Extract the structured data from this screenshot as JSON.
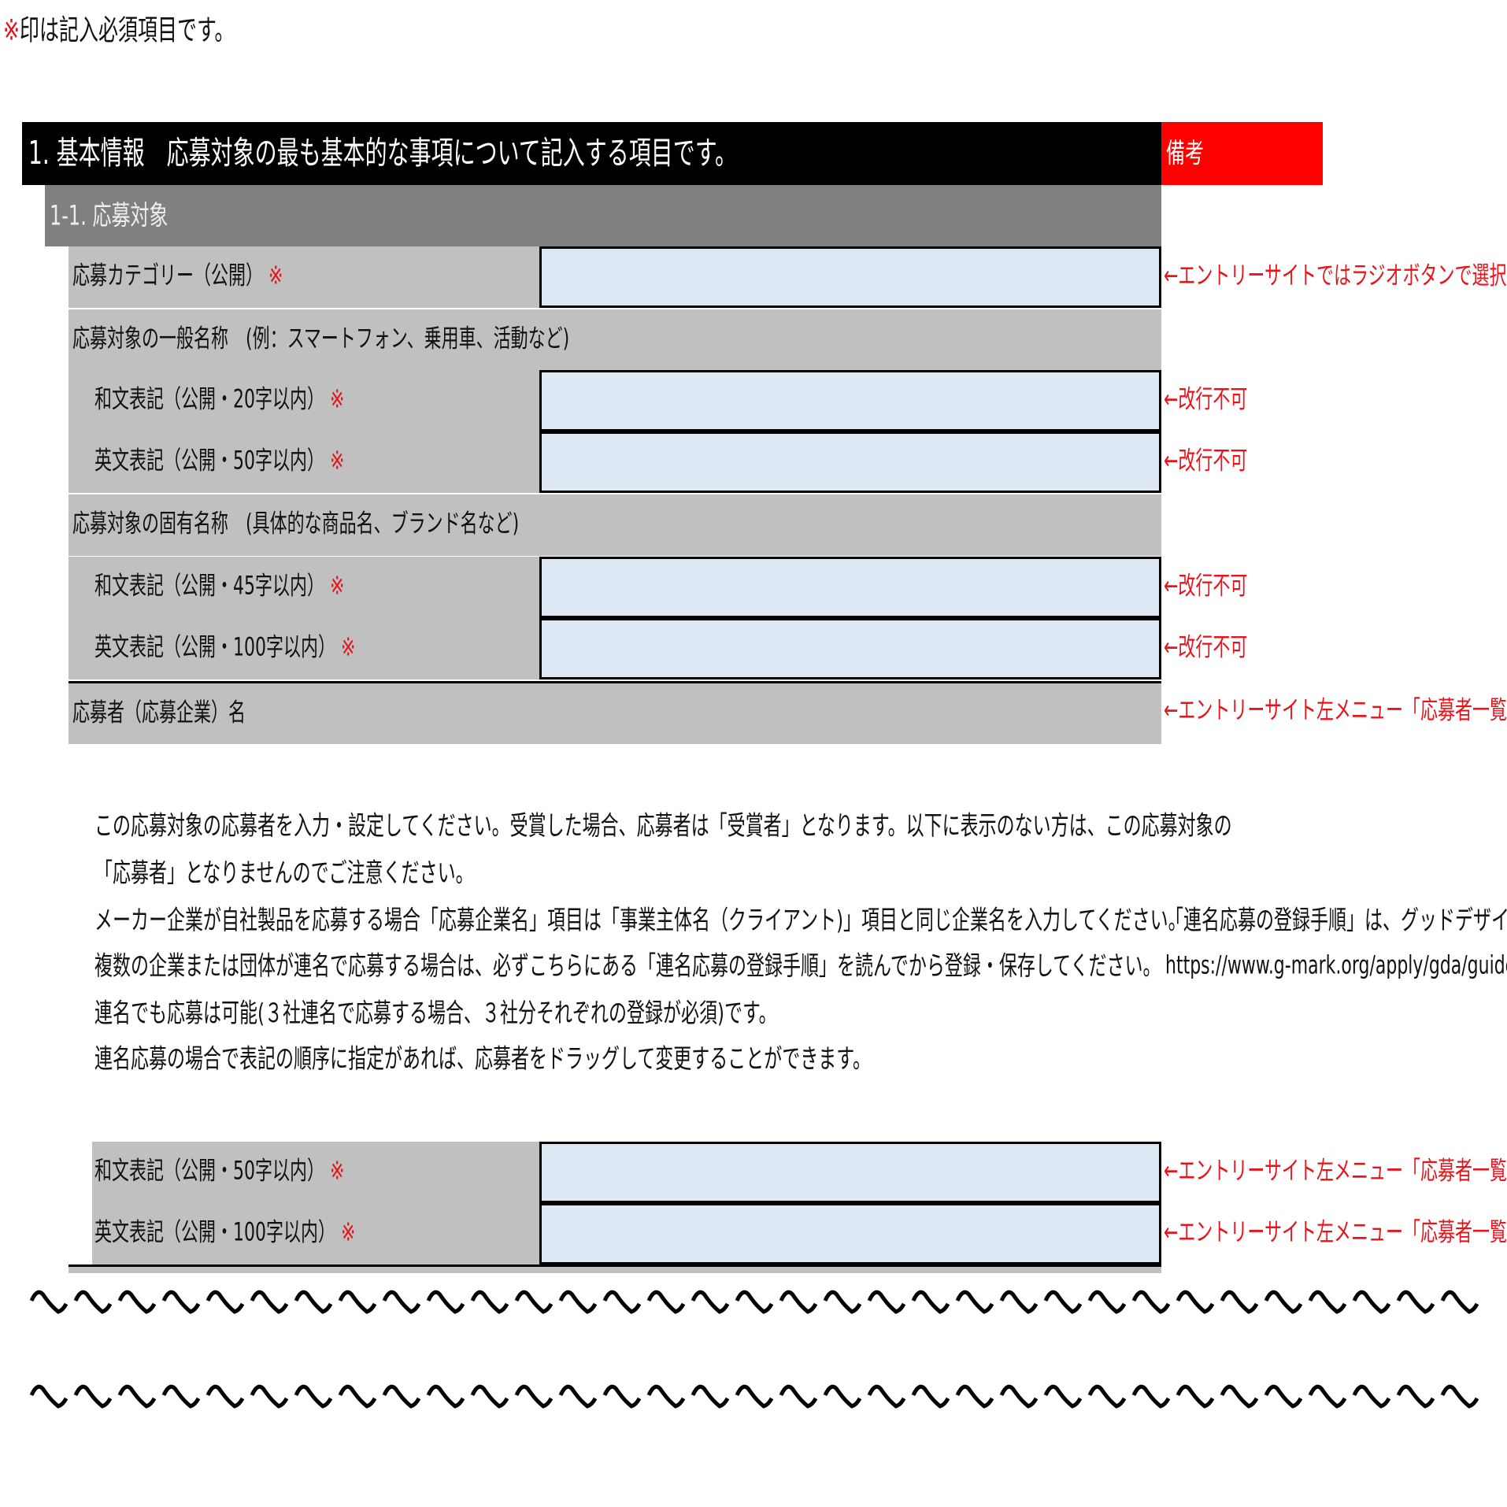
{
  "required_note": {
    "mark": "※",
    "text": "印は記入必須項目です。"
  },
  "section": {
    "title": "1. 基本情報　応募対象の最も基本的な事項について記入する項目です。",
    "remarks_header": "備考",
    "subsection_title": "1-1. 応募対象"
  },
  "rows": [
    {
      "label": "応募カテゴリー（公開）",
      "required": "※",
      "value": "",
      "note": "←エントリーサイトではラジオボタンで選択"
    },
    {
      "group": "応募対象の一般名称　(例：スマートフォン、乗用車、活動など)"
    },
    {
      "label": "和文表記（公開・20字以内）",
      "required": "※",
      "value": "",
      "note": "←改行不可"
    },
    {
      "label": "英文表記（公開・50字以内）",
      "required": "※",
      "value": "",
      "note": "←改行不可"
    },
    {
      "group": "応募対象の固有名称　(具体的な商品名、ブランド名など)"
    },
    {
      "label": "和文表記（公開・45字以内）",
      "required": "※",
      "value": "",
      "note": "←改行不可"
    },
    {
      "label": "英文表記（公開・100字以内）",
      "required": "※",
      "value": "",
      "note": "←改行不可"
    },
    {
      "group": "応募者（応募企業）名",
      "note": "←エントリーサイト左メニュー「応募者一覧」"
    }
  ],
  "instructions": [
    "この応募対象の応募者を入力・設定してください。受賞した場合、応募者は「受賞者」となります。以下に表示のない方は、この応募対象の",
    "「応募者」となりませんのでご注意ください。",
    "メーカー企業が自社製品を応募する場合「応募企業名」項目は「事業主体名（クライアント)」項目と同じ企業名を入力してください。",
    "複数の企業または団体が連名で応募する場合は、必ずこちらにある「連名応募の登録手順」を読んでから登録・保存してください。",
    "連名でも応募は可能(３社連名で応募する場合、３社分それぞれの登録が必須)です。",
    "連名応募の場合で表記の順序に指定があれば、応募者をドラッグして変更することができます。"
  ],
  "side_note": {
    "text": "「連名応募の登録手順」は、グッドデザイン賞",
    "url": "https://www.g-mark.org/apply/gda/guide/steps/"
  },
  "applicant_rows": [
    {
      "label": "和文表記（公開・50字以内）",
      "required": "※",
      "value": "",
      "note": "←エントリーサイト左メニュー「応募者一覧」"
    },
    {
      "label": "英文表記（公開・100字以内）",
      "required": "※",
      "value": "",
      "note": "←エントリーサイト左メニュー「応募者一覧」"
    }
  ],
  "colors": {
    "header": "#000000",
    "remarks": "#ff0000",
    "subheader": "#808080",
    "label_bg": "#c0c0c0",
    "input_bg": "#dde8f4",
    "note": "#e8141c"
  }
}
